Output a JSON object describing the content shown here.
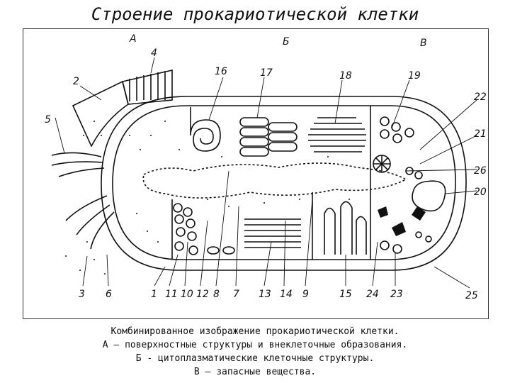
{
  "title": "Строение прокариотической клетки",
  "figure": {
    "section_letters": [
      "А",
      "Б",
      "В"
    ],
    "top_numbers": [
      "4",
      "2",
      "16",
      "17",
      "18",
      "19",
      "22",
      "5",
      "21",
      "26",
      "20"
    ],
    "bottom_numbers": [
      "3",
      "6",
      "1",
      "11",
      "10",
      "12",
      "8",
      "7",
      "13",
      "14",
      "9",
      "15",
      "24",
      "23",
      "25"
    ]
  },
  "caption": {
    "line1": "Комбинированное изображение прокариотической клетки.",
    "line2": "А – поверхностные структуры и внеклеточные образования.",
    "line3": "Б - цитоплазматические клеточные структуры.",
    "line4": "В – запасные вещества."
  },
  "colors": {
    "ink": "#111111",
    "background": "#ffffff"
  }
}
